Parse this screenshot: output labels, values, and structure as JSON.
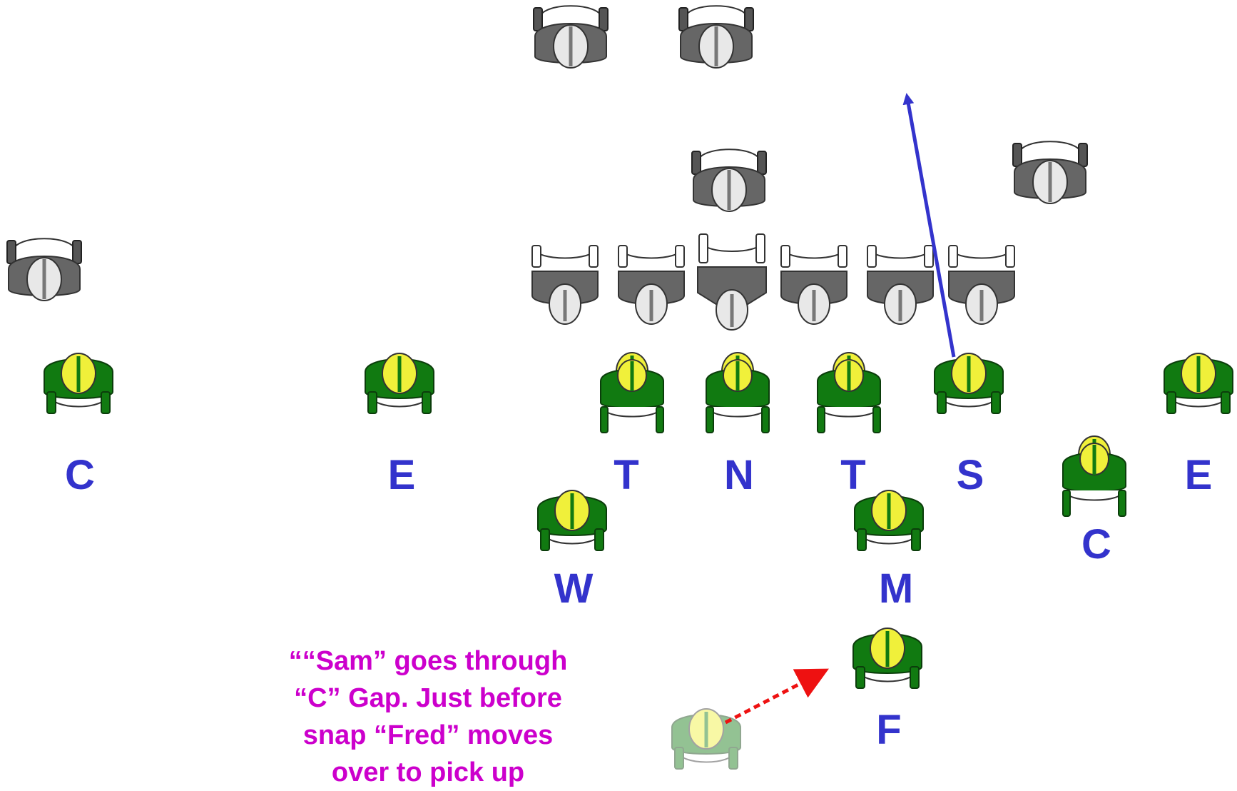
{
  "colors": {
    "defense": "#117A11",
    "defense_helmet": "#F0F03A",
    "offense": "#666666",
    "label": "#3333CC",
    "note": "#CC00CC",
    "blitz_arrow": "#3333CC",
    "motion_arrow": "#EE1111"
  },
  "offense_icons": [
    "receiver",
    "receiver",
    "receiver",
    "tackle",
    "guard",
    "center",
    "guard",
    "tackle",
    "tight-end",
    "back",
    "back"
  ],
  "defense": [
    {
      "label": "C"
    },
    {
      "label": "E"
    },
    {
      "label": "T"
    },
    {
      "label": "N"
    },
    {
      "label": "T"
    },
    {
      "label": "S"
    },
    {
      "label": "E"
    },
    {
      "label": "C"
    },
    {
      "label": "W"
    },
    {
      "label": "M"
    },
    {
      "label": "F"
    }
  ],
  "note": {
    "lines": [
      "““Sam” goes through",
      "“C” Gap.  Just before",
      "snap “Fred” moves",
      "over to pick up"
    ]
  }
}
